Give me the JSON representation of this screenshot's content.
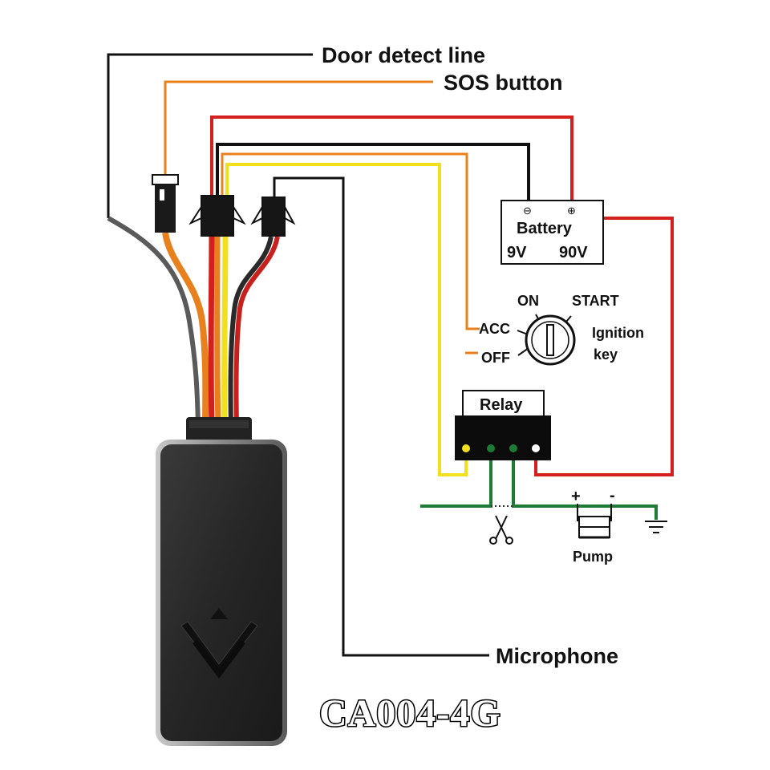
{
  "diagram": {
    "labels": {
      "door_detect": "Door detect line",
      "sos": "SOS button",
      "microphone": "Microphone",
      "model": "CA004-4G"
    },
    "battery": {
      "title": "Battery",
      "voltage_low": "9V",
      "voltage_high": "90V",
      "neg_symbol": "⊖",
      "pos_symbol": "⊕"
    },
    "ignition": {
      "on": "ON",
      "start": "START",
      "acc": "ACC",
      "off": "OFF",
      "caption_line1": "Ignition",
      "caption_line2": "key"
    },
    "relay": {
      "title": "Relay"
    },
    "pump": {
      "label": "Pump",
      "plus": "+",
      "minus": "-"
    },
    "colors": {
      "red": "#d4201d",
      "black": "#111111",
      "yellow": "#f2e01f",
      "orange": "#e8801e",
      "green": "#1d7b35",
      "gray": "#6b6b6b",
      "device_body": "#2b2b2b"
    },
    "icons": [
      "scissors-icon",
      "ground-icon",
      "ignition-key-icon",
      "connector-icon"
    ]
  }
}
